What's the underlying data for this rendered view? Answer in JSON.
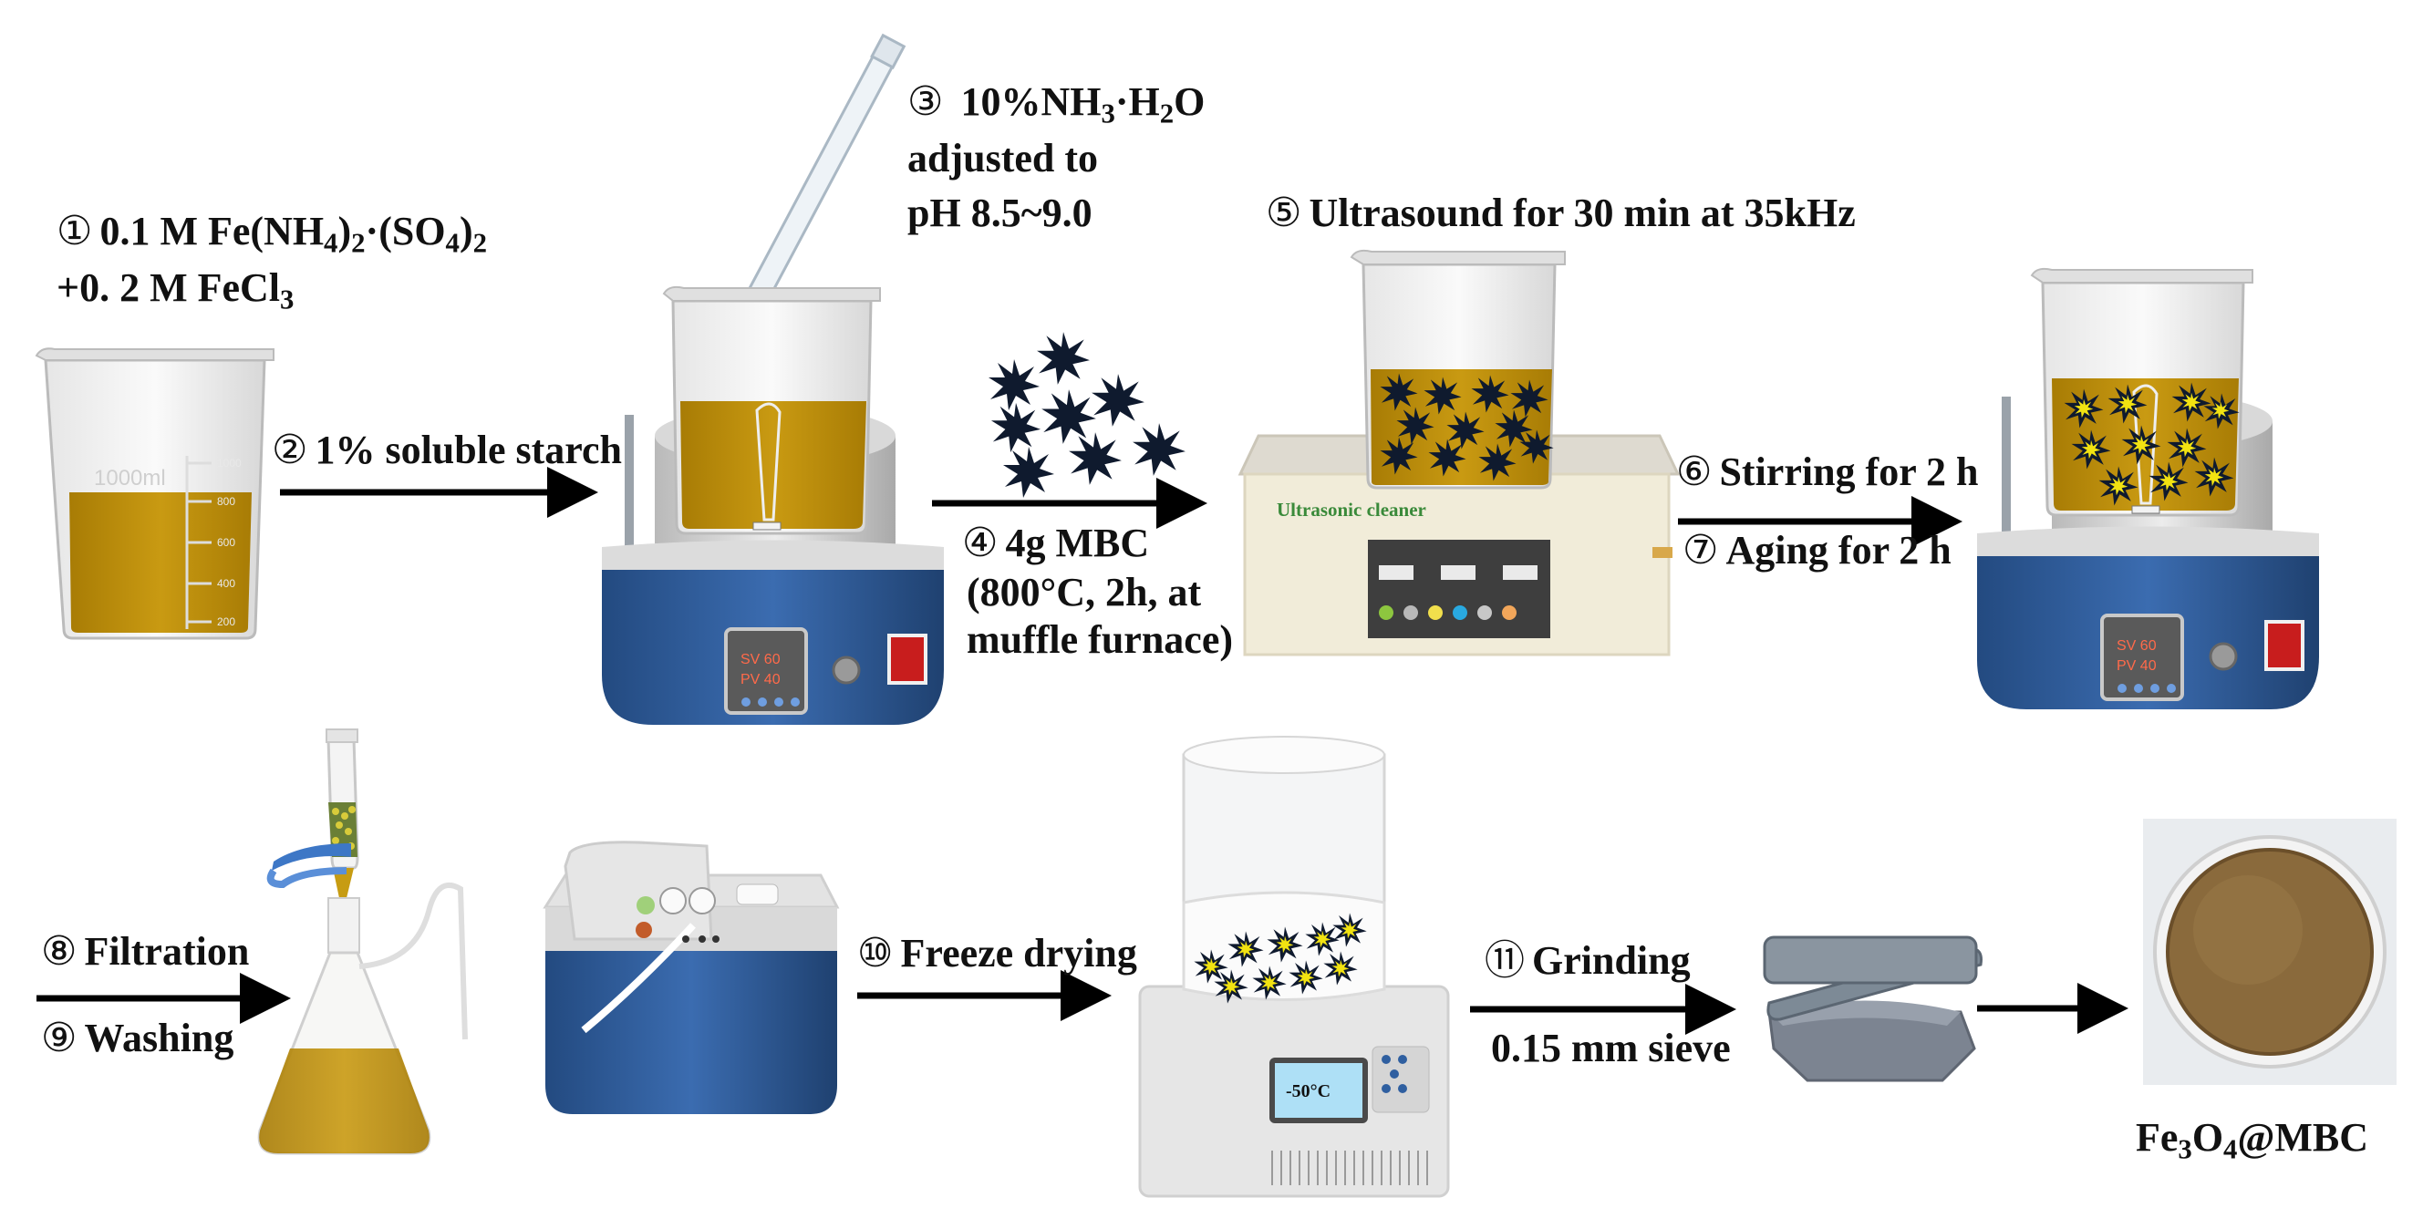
{
  "colors": {
    "solution": "#c3920c",
    "solution_light": "#d8b23a",
    "mbc_particle": "#0f1a2e",
    "composite_core": "#f2e311",
    "arrow": "#000000",
    "stirrer_base": "#2d5a94",
    "cleaner_label": "#3a8a3a"
  },
  "steps": [
    {
      "num": "①",
      "parts": [
        "0.1 M Fe(NH",
        {
          "sub": "4"
        },
        ")",
        {
          "sub": "2"
        },
        "·(SO",
        {
          "sub": "4"
        },
        ")",
        {
          "sub": "2"
        }
      ]
    },
    {
      "num": "",
      "parts": [
        "+0. 2 M FeCl",
        {
          "sub": "3"
        }
      ]
    },
    {
      "num": "②",
      "parts": [
        "1% soluble starch"
      ]
    },
    {
      "num": "③",
      "parts": [
        " 10%NH",
        {
          "sub": "3"
        },
        "·H",
        {
          "sub": "2"
        },
        "O"
      ]
    },
    {
      "num": "",
      "parts": [
        "adjusted to"
      ]
    },
    {
      "num": "",
      "parts": [
        "pH 8.5~9.0"
      ]
    },
    {
      "num": "④",
      "parts": [
        "4g MBC"
      ]
    },
    {
      "num": "",
      "parts": [
        "(800°C, 2h, at"
      ]
    },
    {
      "num": "",
      "parts": [
        "muffle furnace)"
      ]
    },
    {
      "num": "⑤",
      "parts": [
        "Ultrasound for 30 min at 35kHz"
      ]
    },
    {
      "num": "⑥",
      "parts": [
        "Stirring for 2 h"
      ]
    },
    {
      "num": "⑦",
      "parts": [
        "Aging for 2 h"
      ]
    },
    {
      "num": "⑧",
      "parts": [
        "Filtration"
      ]
    },
    {
      "num": "⑨",
      "parts": [
        "Washing"
      ]
    },
    {
      "num": "⑩",
      "parts": [
        "Freeze drying"
      ]
    },
    {
      "num": "⑪",
      "parts": [
        "Grinding"
      ]
    },
    {
      "num": "",
      "parts": [
        "0.15 mm sieve"
      ]
    },
    {
      "num": "",
      "parts": [
        "Fe",
        {
          "sub": "3"
        },
        "O",
        {
          "sub": "4"
        },
        "@MBC"
      ]
    }
  ],
  "equipment": {
    "beaker_volume": "1000ml",
    "beaker_ticks": [
      "1000",
      "800",
      "600",
      "400",
      "200"
    ],
    "stirrer_sv": "SV 60",
    "stirrer_pv": "PV 40",
    "cleaner_name": "Ultrasonic cleaner",
    "freeze_temp": "-50°C"
  }
}
